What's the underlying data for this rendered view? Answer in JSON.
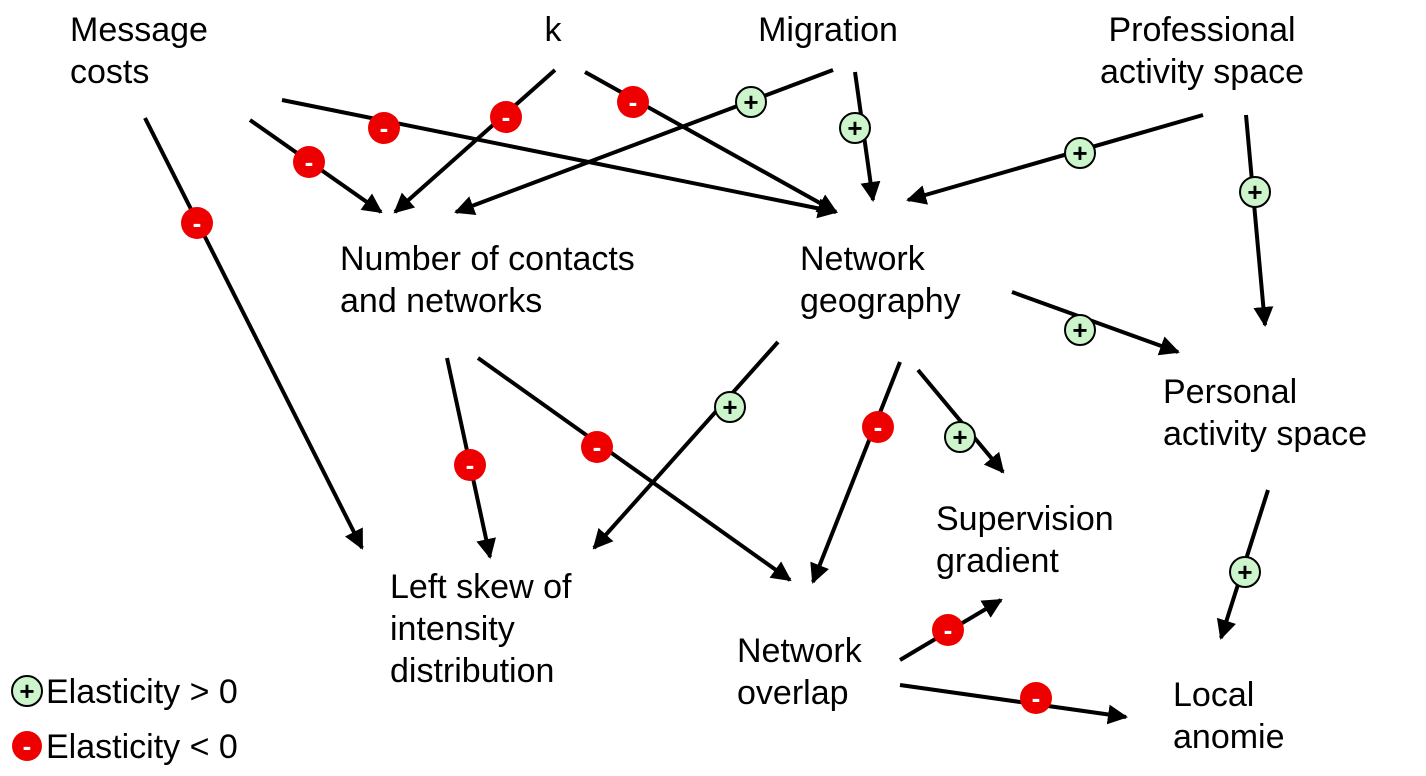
{
  "nodes": {
    "message_costs": [
      "Message",
      "costs"
    ],
    "k": [
      "k"
    ],
    "migration": [
      "Migration"
    ],
    "professional_activity_space": [
      "Professional",
      "activity space"
    ],
    "number_of_contacts": [
      "Number of contacts",
      "and networks"
    ],
    "network_geography": [
      "Network",
      "geography"
    ],
    "personal_activity_space": [
      "Personal",
      "activity space"
    ],
    "supervision_gradient": [
      "Supervision",
      "gradient"
    ],
    "left_skew": [
      "Left skew of",
      "intensity",
      "distribution"
    ],
    "network_overlap": [
      "Network",
      "overlap"
    ],
    "local_anomie": [
      "Local",
      "anomie"
    ]
  },
  "edges": [
    {
      "from": "message_costs",
      "to": "left_skew",
      "sign": "-"
    },
    {
      "from": "message_costs",
      "to": "number_of_contacts",
      "sign": "-"
    },
    {
      "from": "message_costs",
      "to": "network_geography",
      "sign": "-"
    },
    {
      "from": "k",
      "to": "number_of_contacts",
      "sign": "-"
    },
    {
      "from": "k",
      "to": "network_geography",
      "sign": "-"
    },
    {
      "from": "migration",
      "to": "number_of_contacts",
      "sign": "+"
    },
    {
      "from": "migration",
      "to": "network_geography",
      "sign": "+"
    },
    {
      "from": "professional_activity_space",
      "to": "network_geography",
      "sign": "+"
    },
    {
      "from": "professional_activity_space",
      "to": "personal_activity_space",
      "sign": "+"
    },
    {
      "from": "network_geography",
      "to": "personal_activity_space",
      "sign": "+"
    },
    {
      "from": "number_of_contacts",
      "to": "left_skew",
      "sign": "-"
    },
    {
      "from": "number_of_contacts",
      "to": "network_overlap",
      "sign": "-"
    },
    {
      "from": "network_geography",
      "to": "left_skew",
      "sign": "+"
    },
    {
      "from": "network_geography",
      "to": "network_overlap",
      "sign": "-"
    },
    {
      "from": "network_geography",
      "to": "supervision_gradient",
      "sign": "+"
    },
    {
      "from": "network_overlap",
      "to": "supervision_gradient",
      "sign": "-"
    },
    {
      "from": "network_overlap",
      "to": "local_anomie",
      "sign": "-"
    },
    {
      "from": "personal_activity_space",
      "to": "local_anomie",
      "sign": "+"
    }
  ],
  "legend": {
    "positive": {
      "symbol": "+",
      "label": "Elasticity > 0"
    },
    "negative": {
      "symbol": "-",
      "label": "Elasticity < 0"
    }
  },
  "colors": {
    "positive_fill": "#ccf5cc",
    "positive_stroke": "#000000",
    "negative_fill": "#ee0000",
    "negative_symbol": "#ffffff",
    "line": "#000000"
  }
}
